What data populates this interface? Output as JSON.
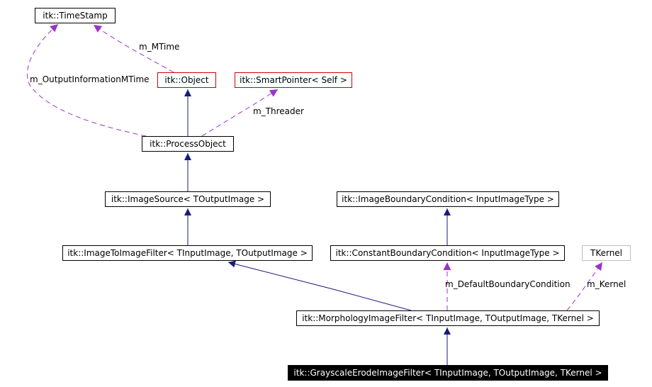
{
  "nodes": {
    "timestamp": "itk::TimeStamp",
    "object": "itk::Object",
    "smartpointer": "itk::SmartPointer< Self >",
    "processobject": "itk::ProcessObject",
    "imagesource": "itk::ImageSource< TOutputImage >",
    "imagetoimagefilter": "itk::ImageToImageFilter< TInputImage, TOutputImage >",
    "imageboundarycondition": "itk::ImageBoundaryCondition< InputImageType >",
    "constantboundarycondition": "itk::ConstantBoundaryCondition< InputImageType >",
    "tkernel": "TKernel",
    "morphologyimagefilter": "itk::MorphologyImageFilter< TInputImage, TOutputImage, TKernel >",
    "grayscaleerodeimagefilter": "itk::GrayscaleErodeImageFilter< TInputImage, TOutputImage, TKernel >"
  },
  "edge_labels": {
    "m_mtime": "m_MTime",
    "m_outputinformationmtime": "m_OutputInformationMTime",
    "m_threader": "m_Threader",
    "m_defaultboundarycondition": "m_DefaultBoundaryCondition",
    "m_kernel": "m_Kernel"
  },
  "colors": {
    "inheritance_edge": "#1a1a7a",
    "usage_edge": "#9a32cd",
    "template_node_border": "#d00000",
    "external_node_border": "#bfbfbf",
    "current_node_fill": "#000000"
  }
}
